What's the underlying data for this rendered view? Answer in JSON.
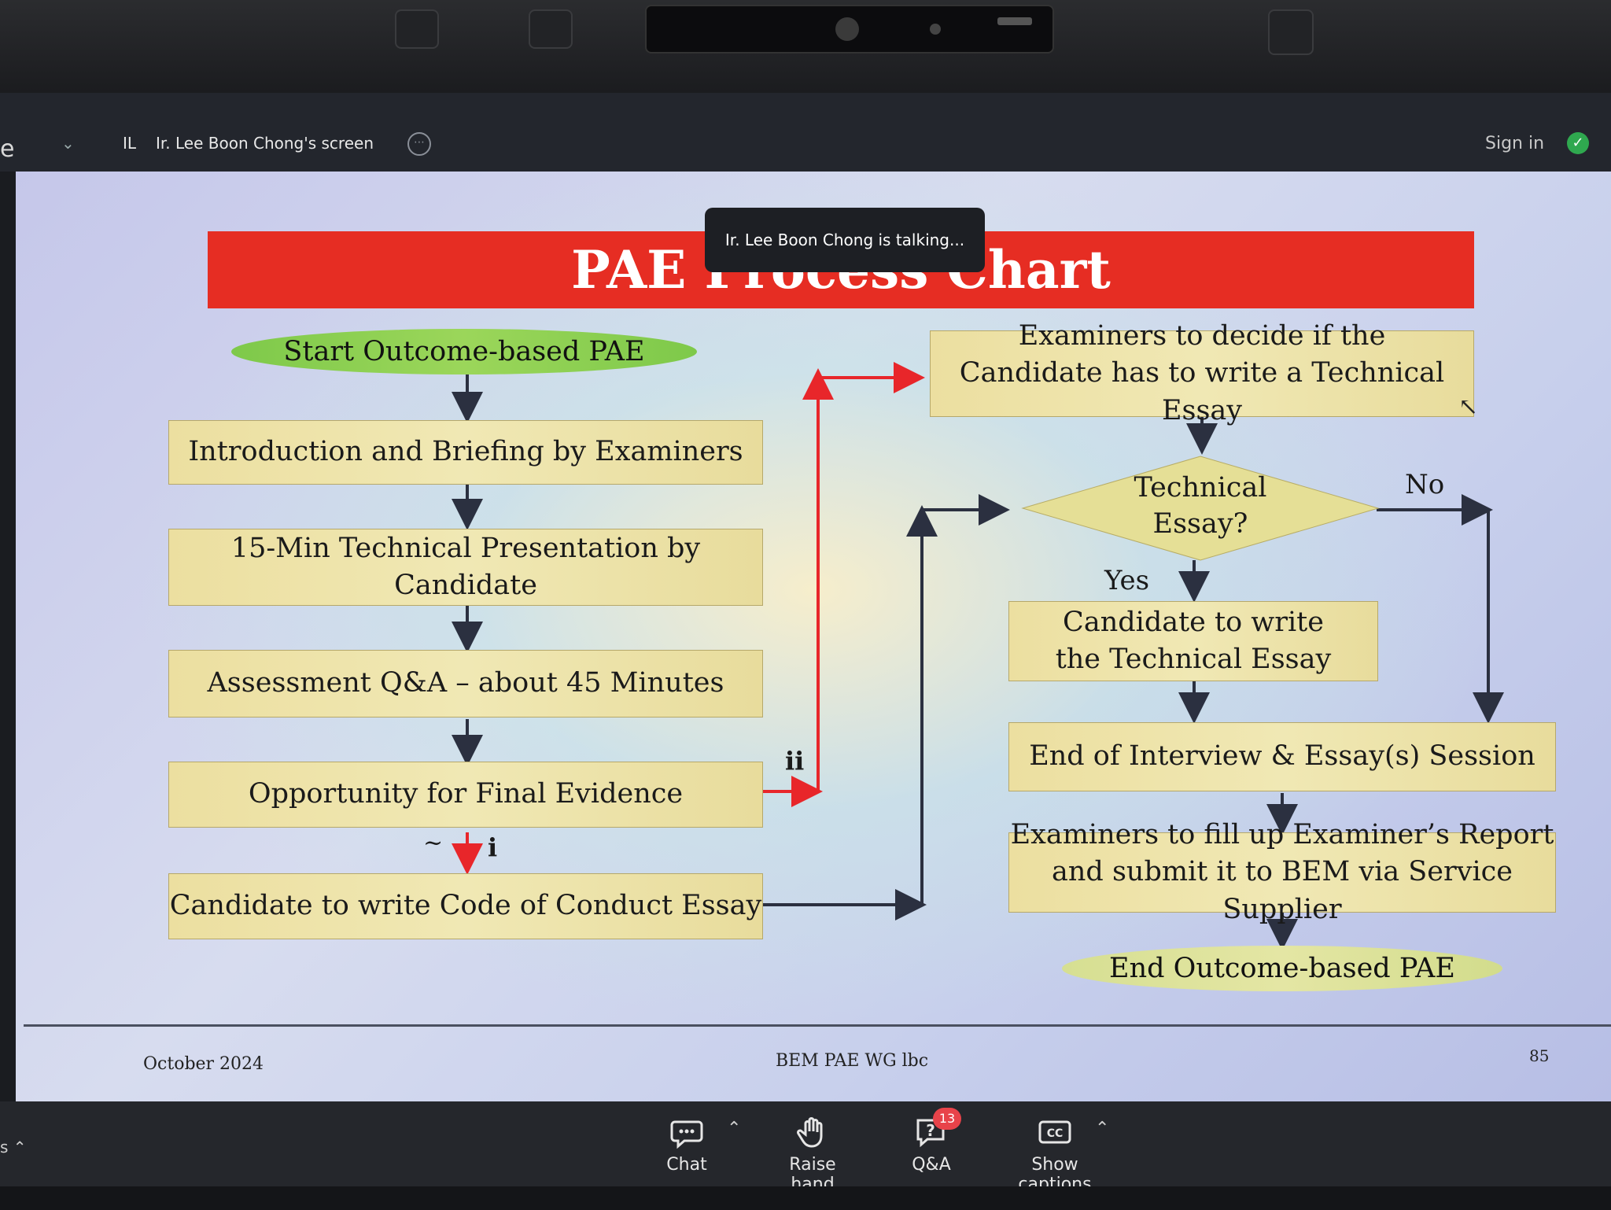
{
  "window": {
    "edge_text": "e",
    "presenter_initials": "IL",
    "share_title": "Ir. Lee Boon Chong's screen",
    "sign_in": "Sign in"
  },
  "talking_indicator": "Ir. Lee Boon Chong is talking...",
  "slide": {
    "title": "PAE Process Chart",
    "left_column": {
      "start": "Start Outcome-based PAE",
      "step1": "Introduction and Briefing by Examiners",
      "step2": "15-Min Technical Presentation by Candidate",
      "step3": "Assessment Q&A – about 45 Minutes",
      "step4": "Opportunity for Final Evidence",
      "step5": "Candidate to write Code of Conduct Essay"
    },
    "right_column": {
      "decide": "Examiners to decide if the Candidate has to write a Technical Essay",
      "decision_line1": "Technical",
      "decision_line2": "Essay?",
      "yes": "Yes",
      "no": "No",
      "write_essay_line1": "Candidate to write",
      "write_essay_line2": "the Technical Essay",
      "end_session": "End of Interview & Essay(s) Session",
      "report_line1": "Examiners to fill up Examiner’s Report",
      "report_line2": "and submit it to BEM via Service Supplier",
      "end": "End Outcome-based PAE"
    },
    "path_labels": {
      "i": "i",
      "ii": "ii",
      "tilde": "~"
    },
    "footer": {
      "date": "October 2024",
      "center": "BEM PAE WG lbc",
      "page": "85"
    },
    "colors": {
      "title_band": "#e62d23",
      "box_fill": "#efe4a8",
      "start_oval": "#8fd152",
      "red_path": "#e8262a",
      "dark_arrow": "#2b3040"
    }
  },
  "toolbar": {
    "chat": "Chat",
    "raise_hand": "Raise hand",
    "qa": "Q&A",
    "qa_badge": "13",
    "captions": "Show captions",
    "icons": [
      "chat-icon",
      "hand-icon",
      "question-icon",
      "cc-icon"
    ]
  }
}
